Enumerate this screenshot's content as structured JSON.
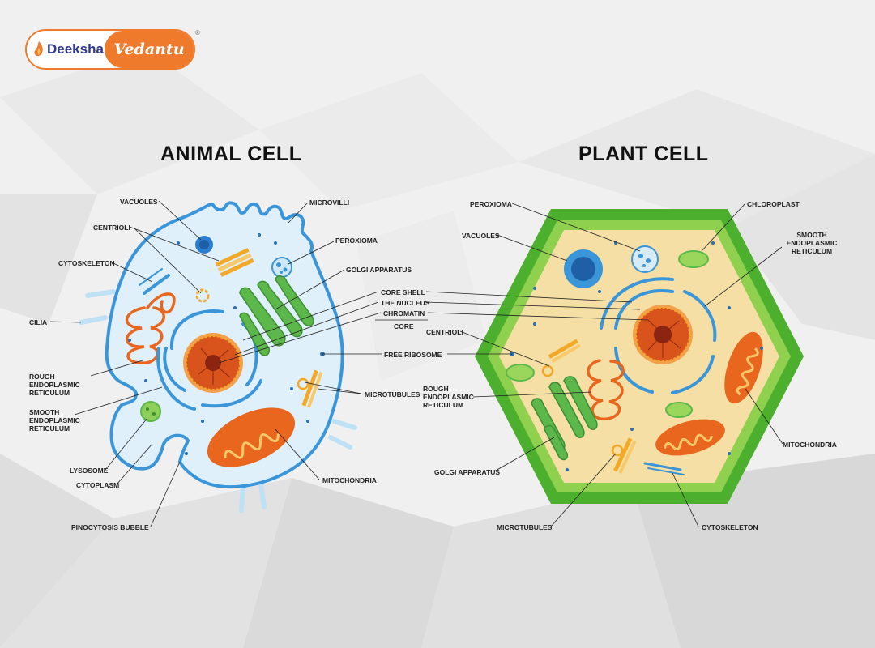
{
  "brand": {
    "name_left": "Deeksha",
    "name_right": "Vedantu",
    "registered": "®",
    "accent": "#f07a2b",
    "navy": "#2f3a8f"
  },
  "animal_cell": {
    "title": "ANIMAL CELL",
    "labels": {
      "vacuoles": "VACUOLES",
      "microvilli": "MICROVILLI",
      "centrioli": "CENTRIOLI",
      "peroxioma": "PEROXIOMA",
      "cytoskeleton": "CYTOSKELETON",
      "golgi": "GOLGI APPARATUS",
      "core_shell": "CORE SHELL",
      "nucleus": "THE NUCLEUS",
      "chromatin": "CHROMATIN",
      "core": "CORE",
      "cilia": "CILIA",
      "free_ribosome": "FREE RIBOSOME",
      "rough_er": "ROUGH\nENDOPLASMIC\nRETICULUM",
      "microtubules": "MICROTUBULES",
      "smooth_er": "SMOOTH\nENDOPLASMIC\nRETICULUM",
      "lysosome": "LYSOSOME",
      "cytoplasm": "CYTOPLASM",
      "mitochondria": "MITOCHONDRIA",
      "pinocytosis": "PINOCYTOSIS BUBBLE"
    }
  },
  "plant_cell": {
    "title": "PLANT CELL",
    "labels": {
      "peroxioma": "PEROXIOMA",
      "chloroplast": "CHLOROPLAST",
      "vacuoles": "VACUOLES",
      "smooth_er": "SMOOTH\nENDOPLASMIC\nRETICULUM",
      "centrioli": "CENTRIOLI",
      "rough_er": "ROUGH\nENDOPLASMIC\nRETICULUM",
      "golgi": "GOLGI APPARATUS",
      "mitochondria": "MITOCHONDRIA",
      "microtubules": "MICROTUBULES",
      "cytoskeleton": "CYTOSKELETON"
    }
  },
  "colors": {
    "animal_membrane": "#3b95d9",
    "animal_cytoplasm": "#dff0fb",
    "plant_wall": "#4caf2d",
    "plant_cytoplasm": "#f5dfa4",
    "nucleus": "#d9541c",
    "mitochondria": "#e8661e",
    "golgi": "#5cb84a",
    "microtubules": "#f3a928"
  }
}
